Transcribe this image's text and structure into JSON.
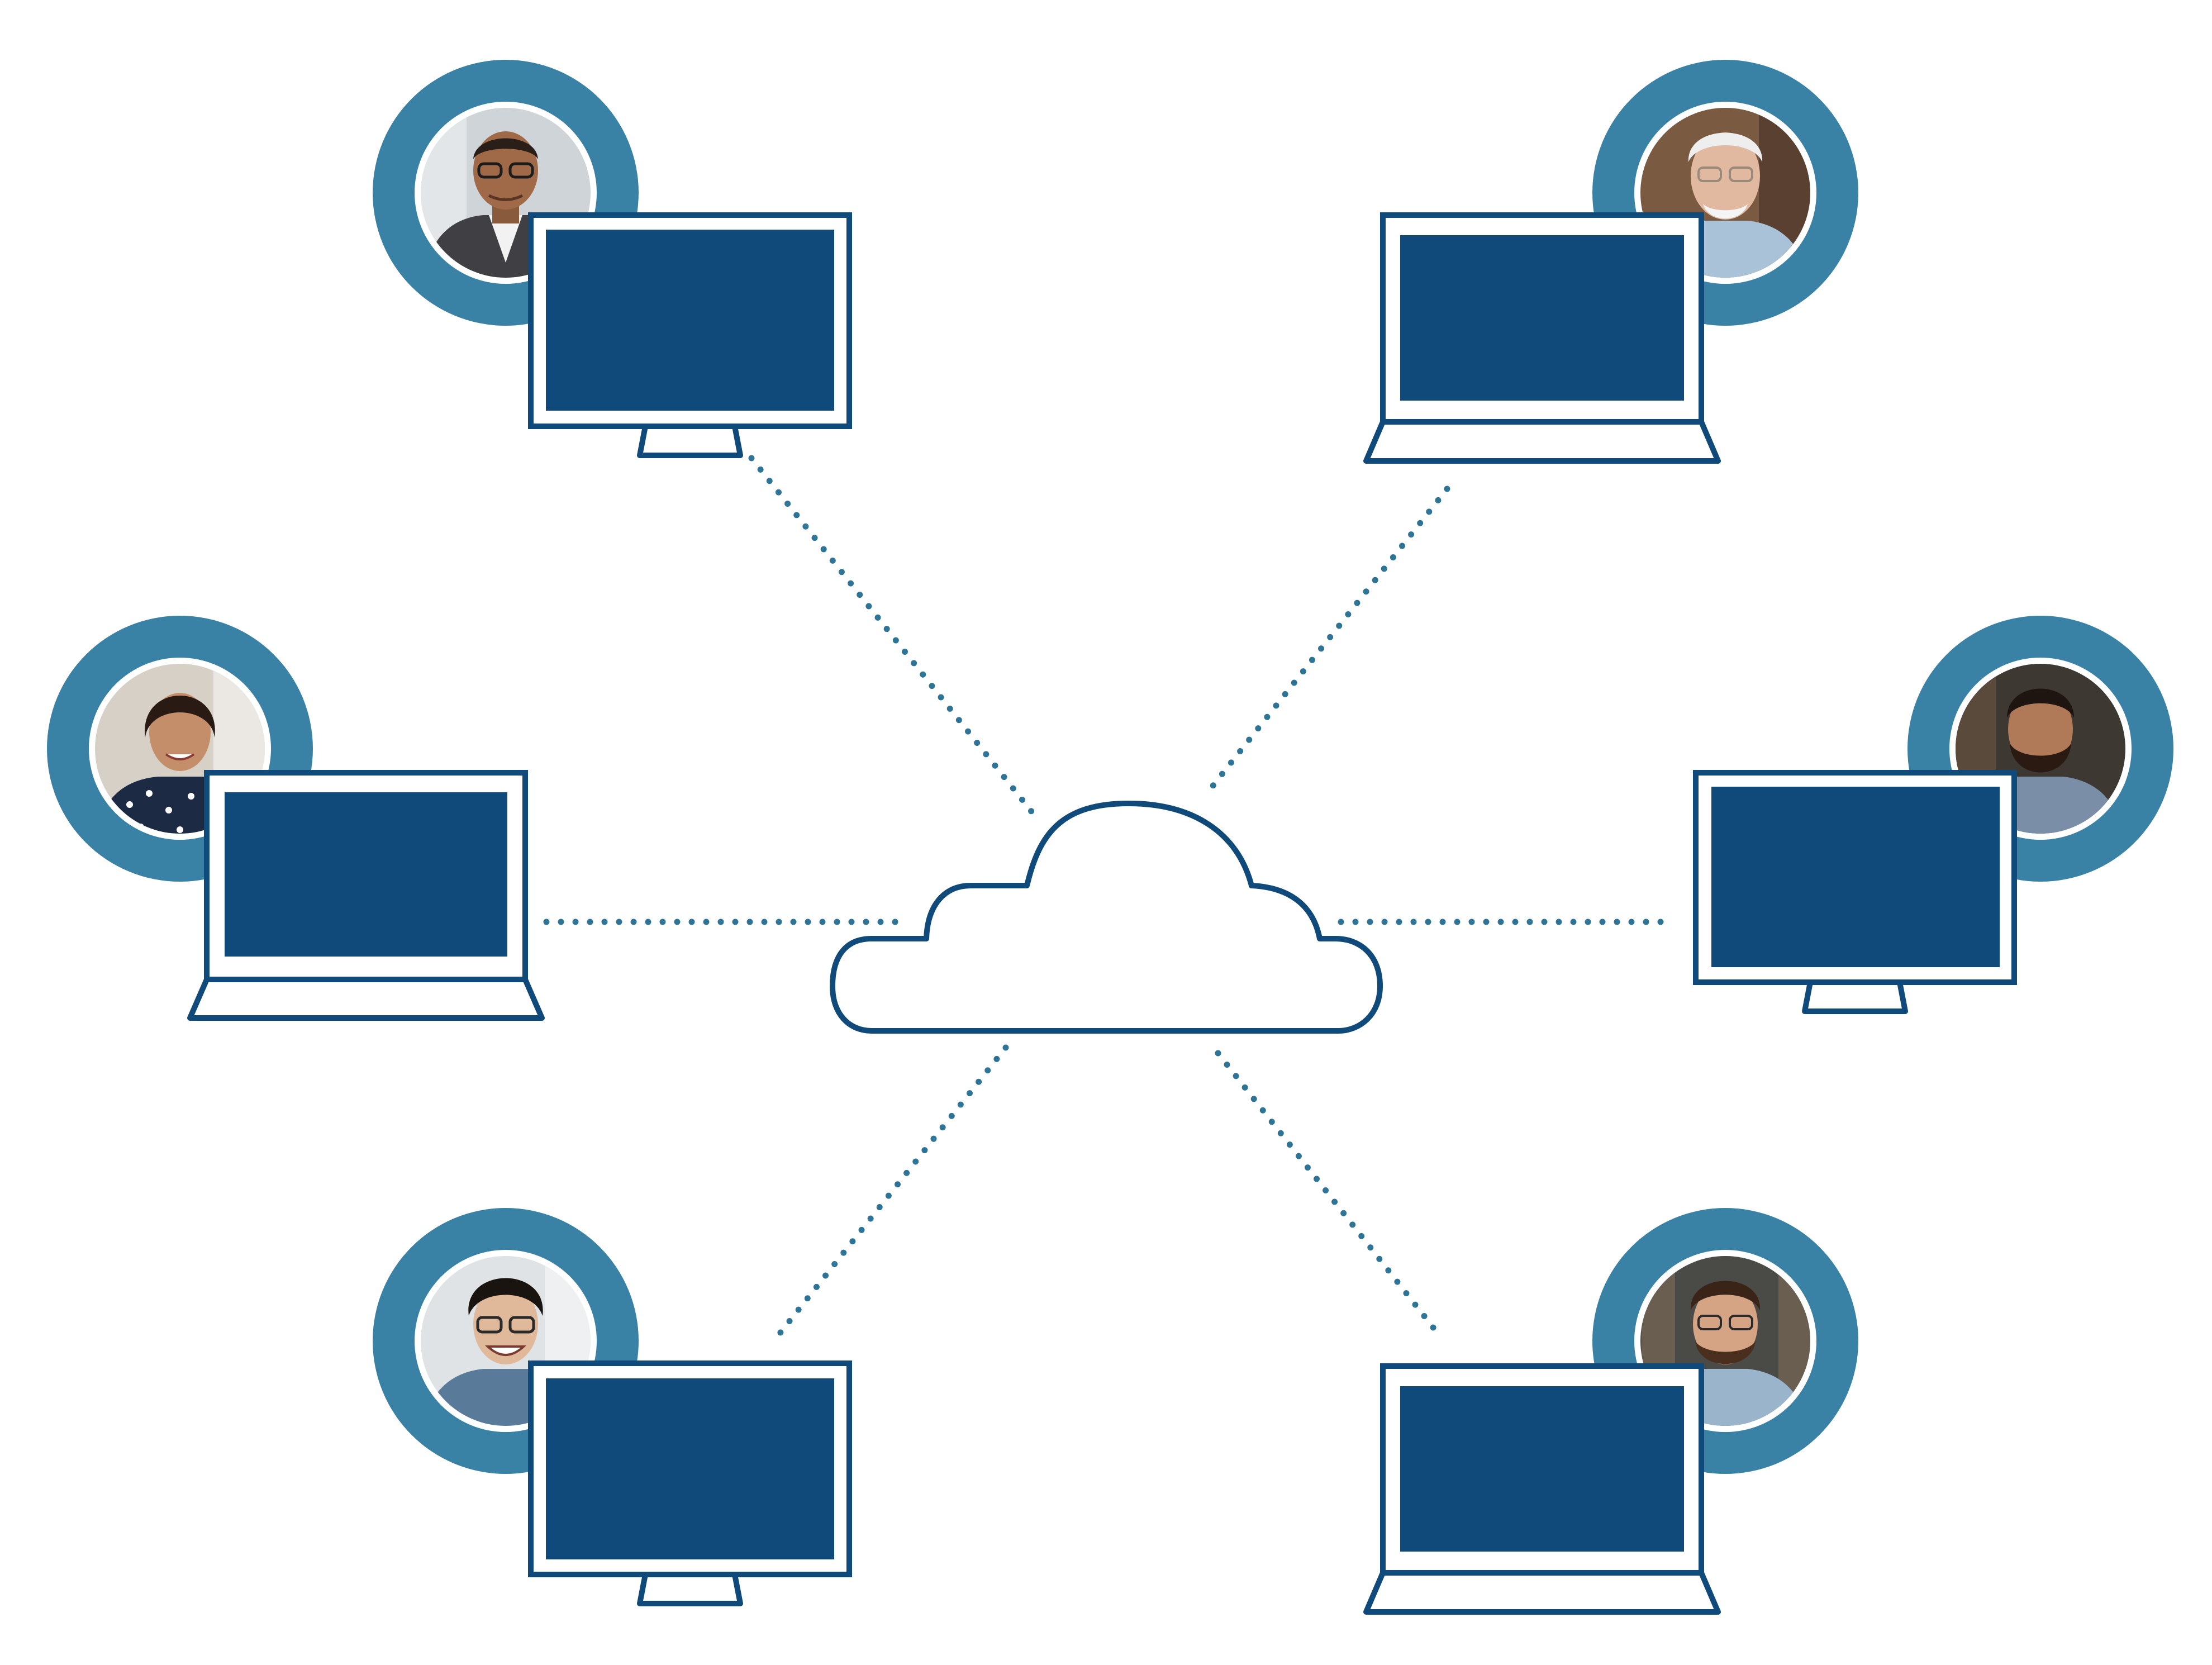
{
  "colors": {
    "background": "#ffffff",
    "ring": "#3a82a5",
    "device_outline": "#0f4a7a",
    "screen_fill": "#0f4a7a",
    "device_body": "#ffffff",
    "connector_dots": "#2e7496",
    "cloud_outline": "#0f4a7a",
    "cloud_fill": "#ffffff"
  },
  "center": {
    "name": "cloud",
    "icon": "cloud-icon"
  },
  "nodes": [
    {
      "name": "top-left",
      "device": "monitor",
      "avatar": "man-suit-glasses"
    },
    {
      "name": "top-right",
      "device": "laptop",
      "avatar": "older-man-glasses"
    },
    {
      "name": "middle-left",
      "device": "laptop",
      "avatar": "woman-polka-dot-blouse"
    },
    {
      "name": "middle-right",
      "device": "monitor",
      "avatar": "bearded-man"
    },
    {
      "name": "bottom-left",
      "device": "monitor",
      "avatar": "smiling-man-glasses"
    },
    {
      "name": "bottom-right",
      "device": "laptop",
      "avatar": "man-beard-glasses"
    }
  ]
}
